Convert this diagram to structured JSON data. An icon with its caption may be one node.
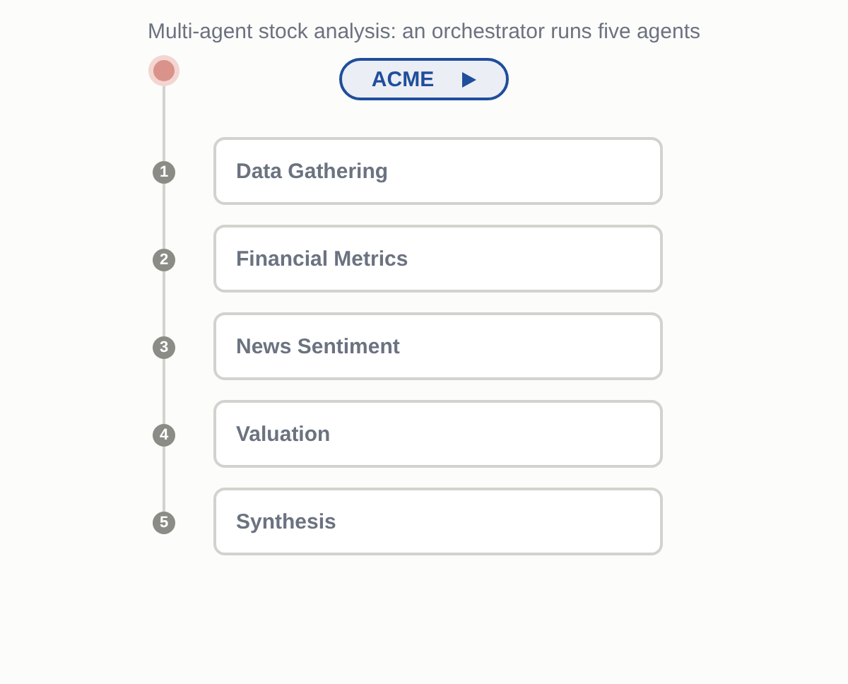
{
  "diagram": {
    "title": "Multi-agent stock analysis: an orchestrator runs five agents",
    "nodes": [
      {
        "text": [],
        "shape": "circle"
      },
      {
        "text": [
          "ACME"
        ]
      },
      {
        "text": [
          "1"
        ]
      },
      {
        "text": [
          "Data Gathering"
        ]
      },
      {
        "text": [
          "2"
        ]
      },
      {
        "text": [
          "Financial Metrics"
        ]
      },
      {
        "text": [
          "3"
        ]
      },
      {
        "text": [
          "News Sentiment"
        ]
      },
      {
        "text": [
          "4"
        ]
      },
      {
        "text": [
          "Valuation"
        ]
      },
      {
        "text": [
          "5"
        ]
      },
      {
        "text": [
          "Synthesis"
        ]
      }
    ],
    "edges": [
      {
        "from": 0,
        "to": 2,
        "arrow": "none"
      },
      {
        "from": 2,
        "to": 4,
        "arrow": "none"
      },
      {
        "from": 4,
        "to": 6,
        "arrow": "none"
      },
      {
        "from": 6,
        "to": 8,
        "arrow": "none"
      },
      {
        "from": 8,
        "to": 10,
        "arrow": "none"
      }
    ]
  }
}
